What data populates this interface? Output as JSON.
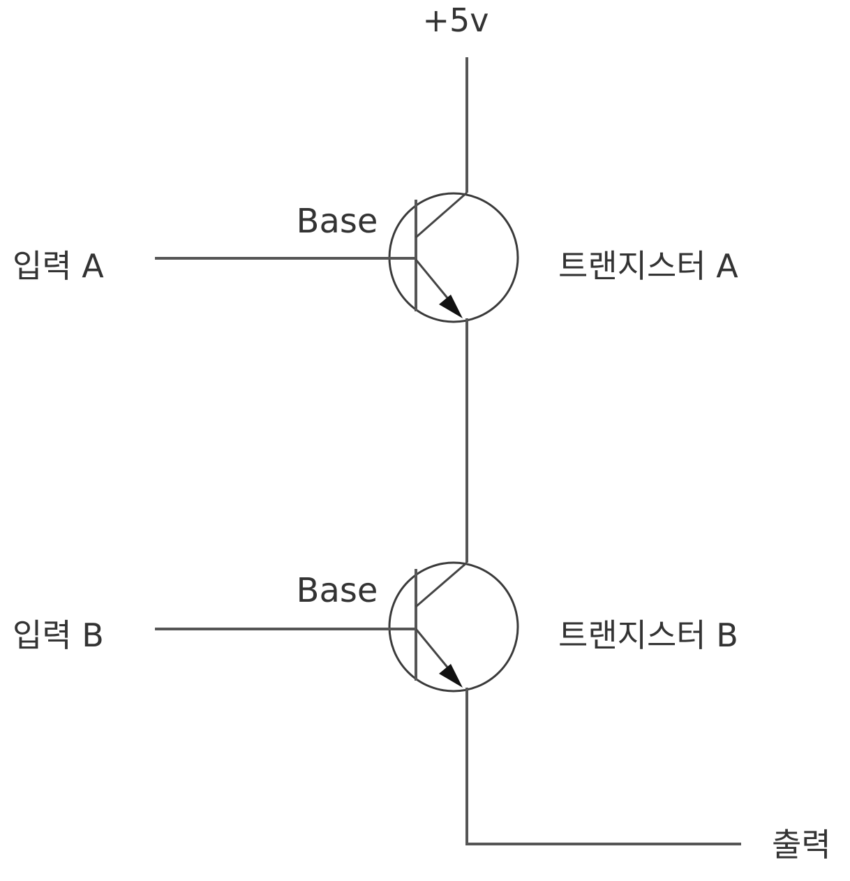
{
  "supply": {
    "label": "+5v"
  },
  "transistor_a": {
    "base_label": "Base",
    "input_label": "입력 A",
    "name_label": "트랜지스터 A"
  },
  "transistor_b": {
    "base_label": "Base",
    "input_label": "입력 B",
    "name_label": "트랜지스터 B"
  },
  "output": {
    "label": "출력"
  },
  "colors": {
    "wire": "#555555",
    "text": "#333333",
    "arrow": "#111111",
    "background": "#ffffff"
  }
}
